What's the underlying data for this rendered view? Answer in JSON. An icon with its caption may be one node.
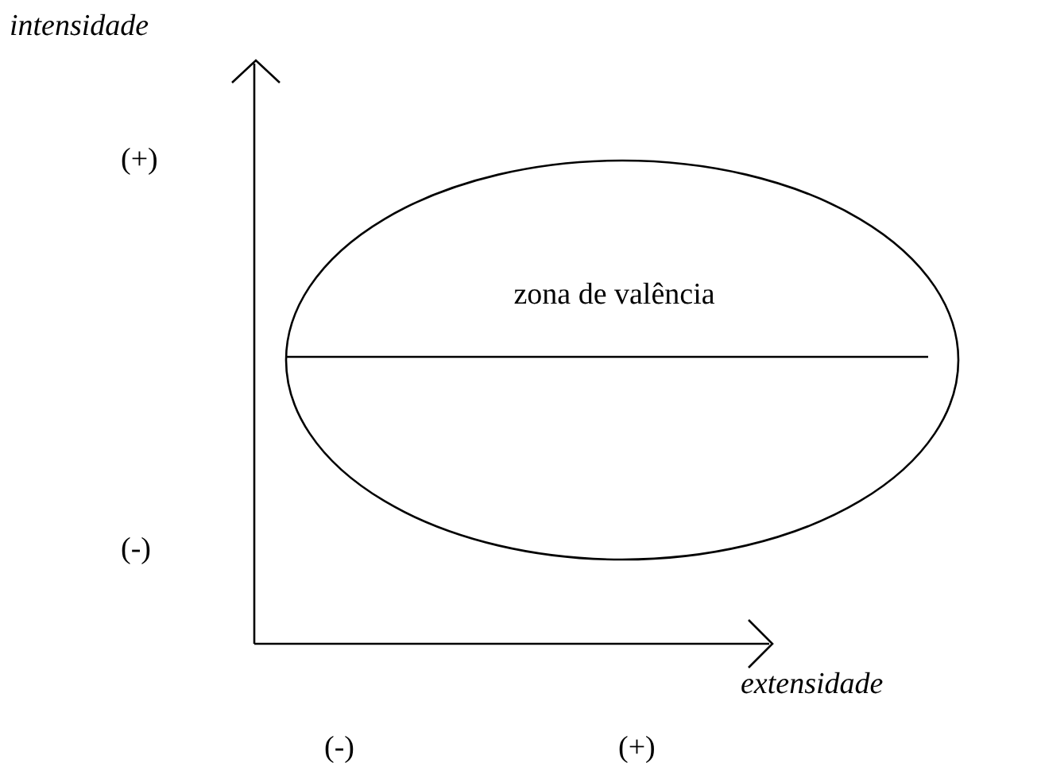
{
  "diagram": {
    "nodes": [
      {
        "text": [
          "zona de valência"
        ]
      }
    ],
    "labels": [
      "intensidade",
      "(+)",
      "(-)",
      "extensidade",
      "(-)",
      "(+)"
    ]
  }
}
